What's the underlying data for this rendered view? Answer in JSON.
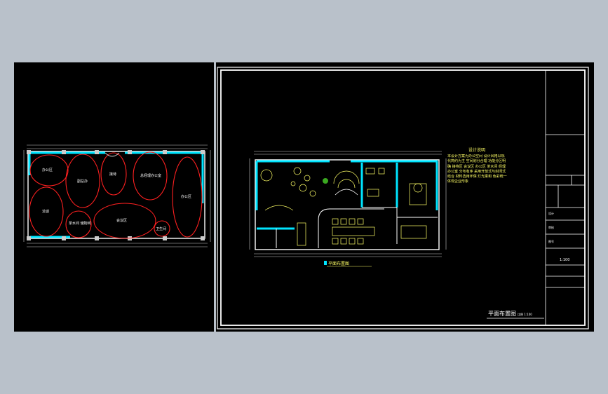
{
  "colors": {
    "background": "#000000",
    "wall": "#ffffff",
    "glass": "#00e5ff",
    "zone": "#ff2020",
    "furniture": "#ffff66",
    "frame": "#ffffff",
    "outer_bg": "#b9c1ca"
  },
  "left_plan": {
    "zones": [
      {
        "id": "z1",
        "label": "办公区"
      },
      {
        "id": "z2",
        "label": "副总办"
      },
      {
        "id": "z3",
        "label": "接待"
      },
      {
        "id": "z4",
        "label": "总经理办公室"
      },
      {
        "id": "z5",
        "label": "会议区"
      },
      {
        "id": "z6",
        "label": "卫生间"
      },
      {
        "id": "z7",
        "label": "茶水间 储物间"
      },
      {
        "id": "z8",
        "label": "办公区"
      },
      {
        "id": "z9",
        "label": "洽谈"
      }
    ]
  },
  "right_sheet": {
    "plan_caption": "平面布置图",
    "notes_title": "设计说明",
    "notes_body": "本设计方案为办公空间 设计风格以现代简约为主 空间划分合理 功能分区明确 接待区 会议区 办公区 茶水间 经理办公室 分布有序 采用开放式与封闭式结合 材料选用环保 灯光柔和 色彩统一 体现企业形象",
    "sheet_title": "平面布置图",
    "scale": "比例 1:100",
    "title_block": {
      "rows": [
        "",
        "",
        "",
        "",
        "",
        "",
        "",
        "",
        "",
        ""
      ],
      "label_1": "设计",
      "label_2": "审核",
      "label_3": "图号",
      "code": "1:100"
    }
  }
}
